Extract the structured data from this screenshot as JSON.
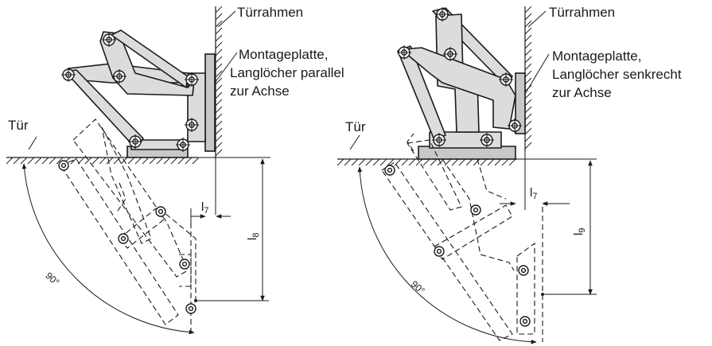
{
  "left_diagram": {
    "frame_label": "Türrahmen",
    "plate_label_line1": "Montageplatte,",
    "plate_label_line2": "Langlöcher parallel",
    "plate_label_line3": "zur Achse",
    "door_label": "Tür",
    "dim_small_base": "l",
    "dim_small_sub": "7",
    "dim_large_base": "l",
    "dim_large_sub": "8",
    "angle_label": "90°"
  },
  "right_diagram": {
    "frame_label": "Türrahmen",
    "plate_label_line1": "Montageplatte,",
    "plate_label_line2": "Langlöcher senkrecht",
    "plate_label_line3": "zur Achse",
    "door_label": "Tür",
    "dim_small_base": "l",
    "dim_small_sub": "7",
    "dim_large_base": "l",
    "dim_large_sub": "9",
    "angle_label": "90°"
  },
  "colors": {
    "line": "#1a1a1a",
    "part_fill": "#dcdcdc",
    "plate_fill": "#c8c8c8",
    "background": "#ffffff"
  }
}
